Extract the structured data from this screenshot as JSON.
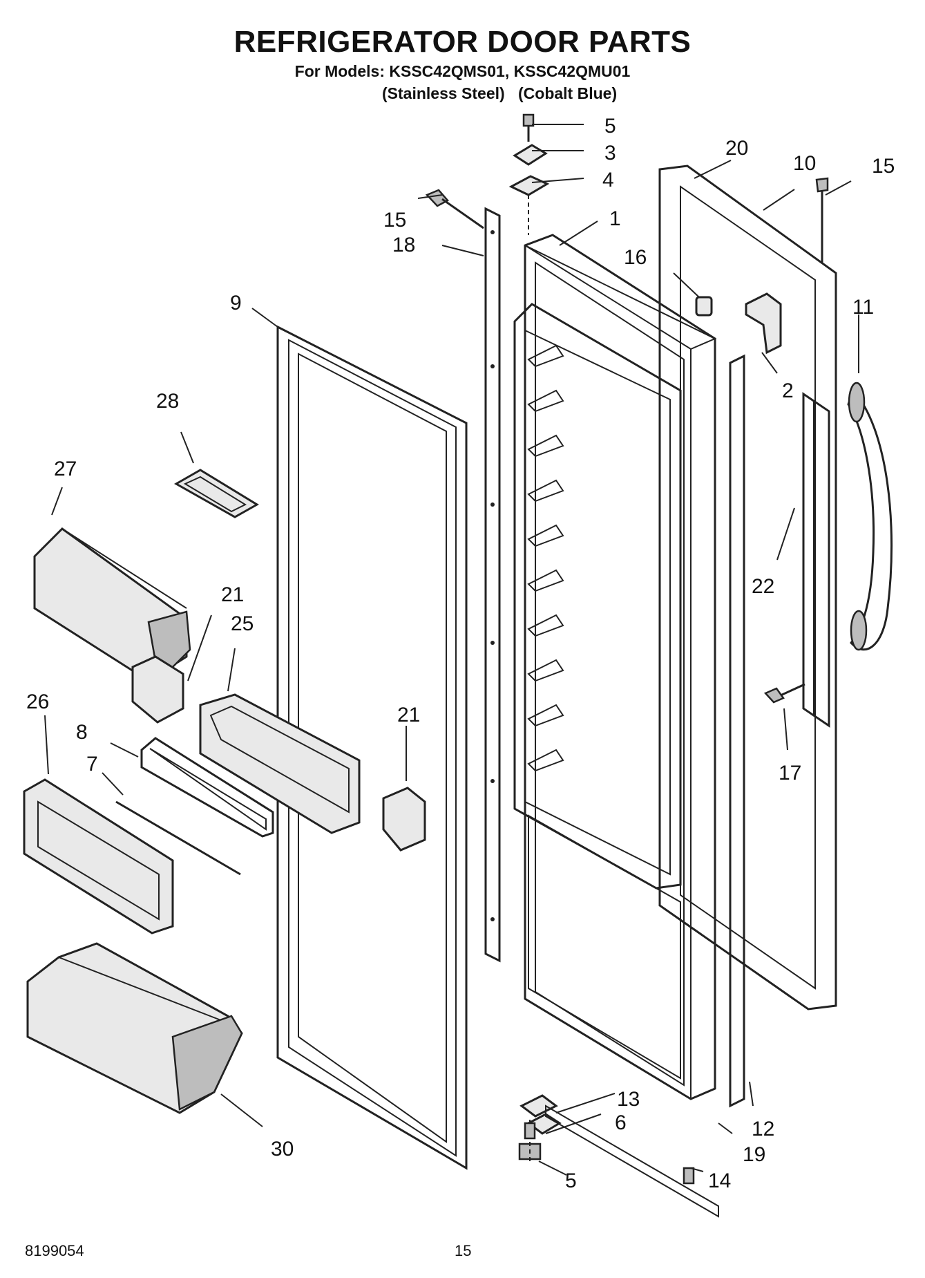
{
  "header": {
    "title": "REFRIGERATOR DOOR PARTS",
    "models": "For Models: KSSC42QMS01, KSSC42QMU01",
    "variant_1": "(Stainless Steel)",
    "variant_2": "(Cobalt Blue)"
  },
  "footer": {
    "doc_number": "8199054",
    "page_number": "15"
  },
  "callouts": {
    "c5_top": "5",
    "c3": "3",
    "c4": "4",
    "c20": "20",
    "c10": "10",
    "c15_right": "15",
    "c15_left": "15",
    "c1": "1",
    "c18": "18",
    "c16": "16",
    "c9": "9",
    "c11": "11",
    "c2": "2",
    "c28": "28",
    "c27": "27",
    "c22": "22",
    "c21_left": "21",
    "c25": "25",
    "c26": "26",
    "c21_mid": "21",
    "c8": "8",
    "c17": "17",
    "c7": "7",
    "c13": "13",
    "c6": "6",
    "c12": "12",
    "c30": "30",
    "c19": "19",
    "c5_bottom": "5",
    "c14": "14"
  }
}
